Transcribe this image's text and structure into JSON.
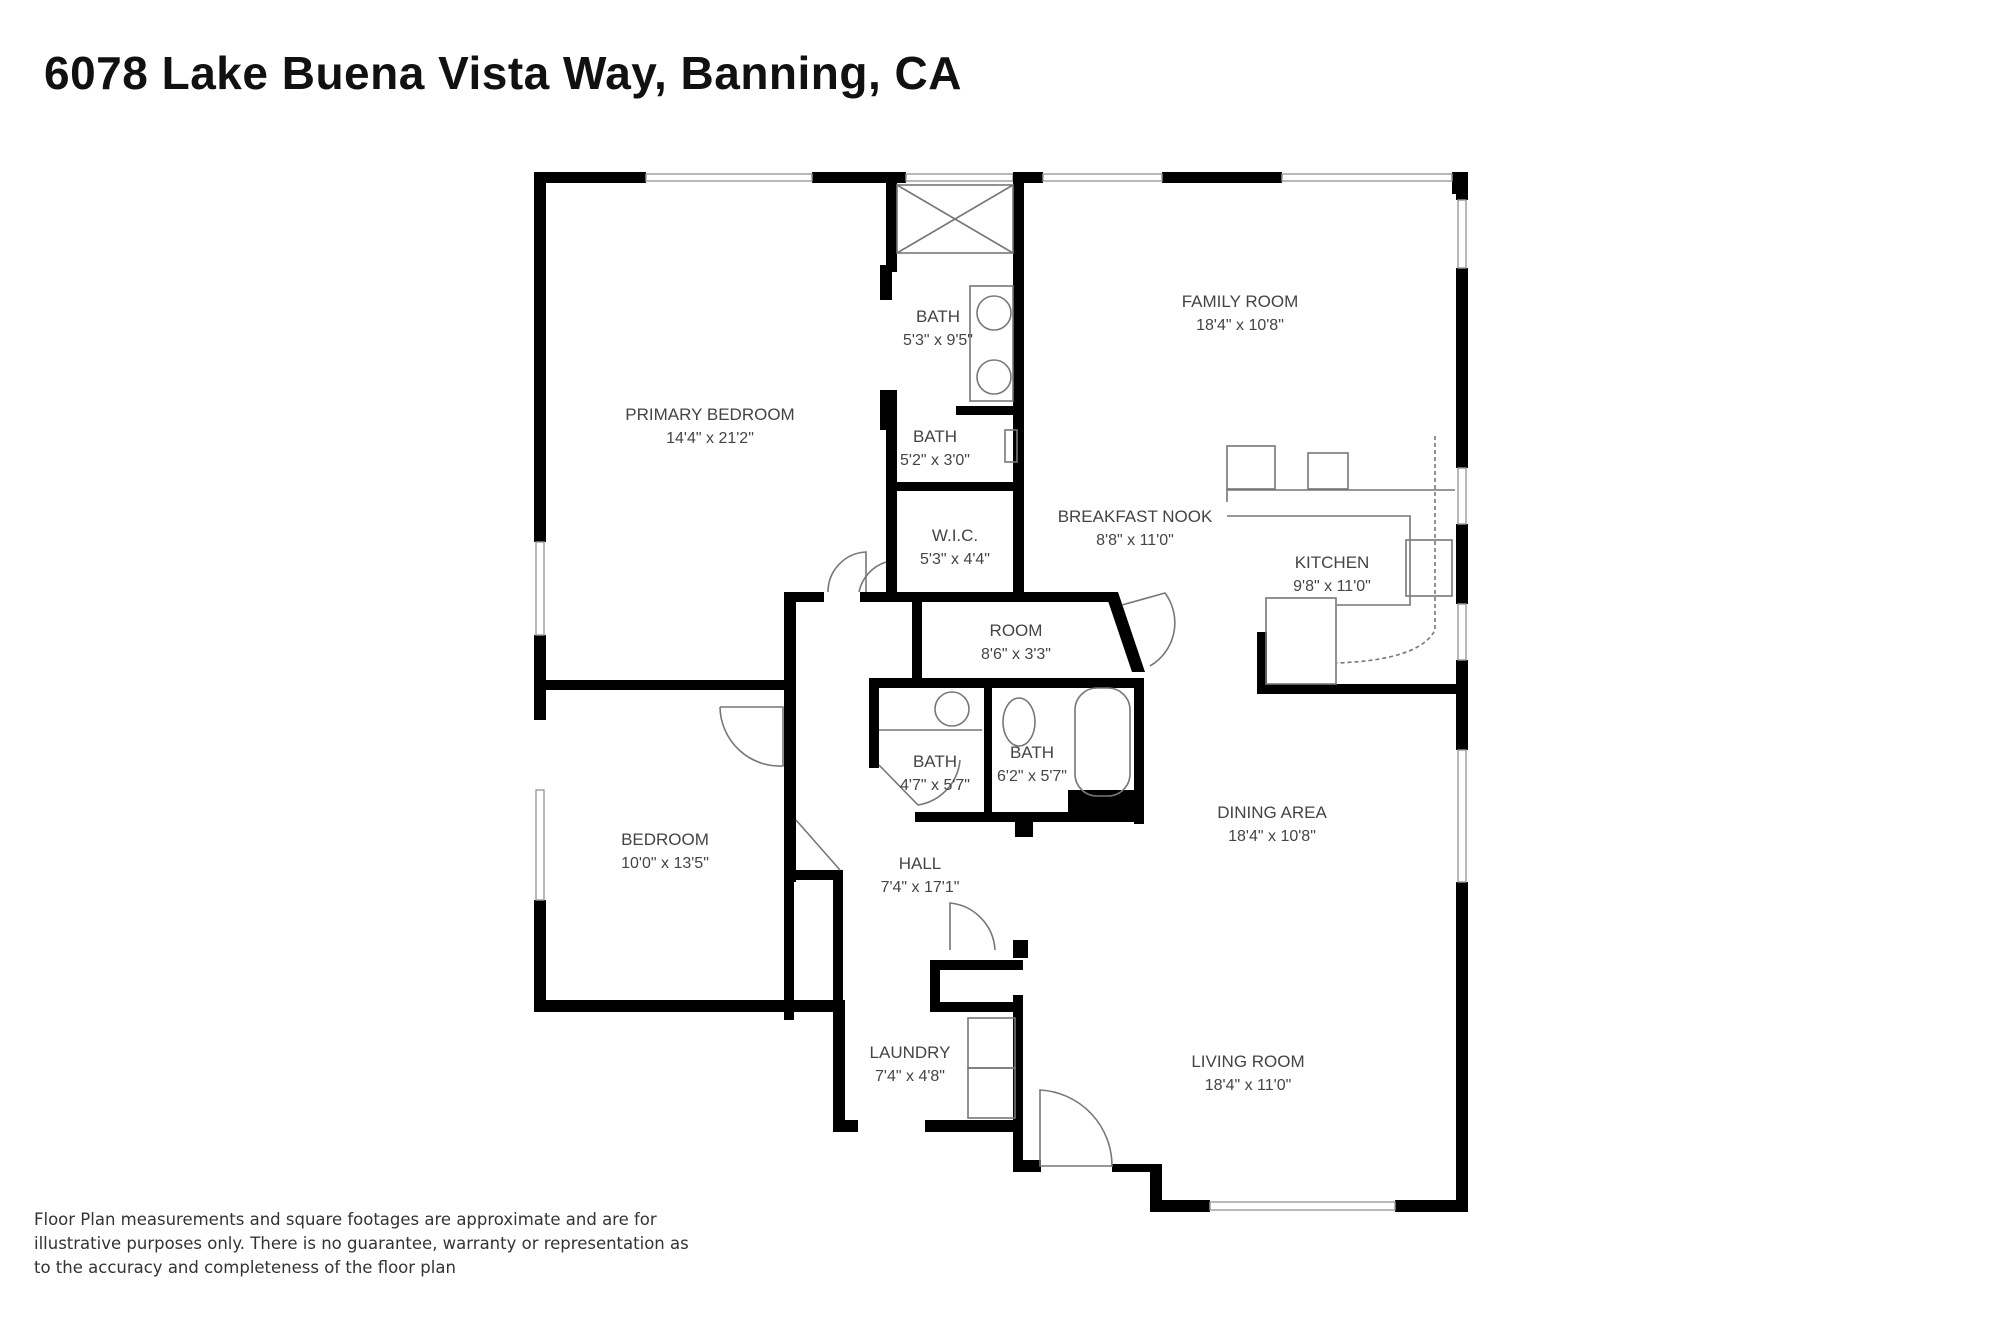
{
  "header": {
    "title": "6078 Lake Buena Vista Way, Banning, CA"
  },
  "rooms": {
    "primary_bedroom": {
      "name": "PRIMARY BEDROOM",
      "dims": "14'4\" x 21'2\""
    },
    "bath_primary": {
      "name": "BATH",
      "dims": "5'3\" x 9'5\""
    },
    "bath_small": {
      "name": "BATH",
      "dims": "5'2\" x 3'0\""
    },
    "wic": {
      "name": "W.I.C.",
      "dims": "5'3\" x 4'4\""
    },
    "family_room": {
      "name": "FAMILY ROOM",
      "dims": "18'4\" x 10'8\""
    },
    "breakfast_nook": {
      "name": "BREAKFAST NOOK",
      "dims": "8'8\" x 11'0\""
    },
    "kitchen": {
      "name": "KITCHEN",
      "dims": "9'8\" x 11'0\""
    },
    "room": {
      "name": "ROOM",
      "dims": "8'6\" x 3'3\""
    },
    "bath_hall_a": {
      "name": "BATH",
      "dims": "4'7\" x 5'7\""
    },
    "bath_hall_b": {
      "name": "BATH",
      "dims": "6'2\" x 5'7\""
    },
    "bedroom": {
      "name": "BEDROOM",
      "dims": "10'0\" x 13'5\""
    },
    "hall": {
      "name": "HALL",
      "dims": "7'4\" x 17'1\""
    },
    "dining_area": {
      "name": "DINING AREA",
      "dims": "18'4\" x 10'8\""
    },
    "laundry": {
      "name": "LAUNDRY",
      "dims": "7'4\" x 4'8\""
    },
    "living_room": {
      "name": "LIVING ROOM",
      "dims": "18'4\" x 11'0\""
    }
  },
  "footer": {
    "disclaimer": "Floor Plan measurements and square footages are approximate and are for illustrative purposes only. There is no guarantee, warranty or representation as to the accuracy and completeness of the floor plan"
  }
}
